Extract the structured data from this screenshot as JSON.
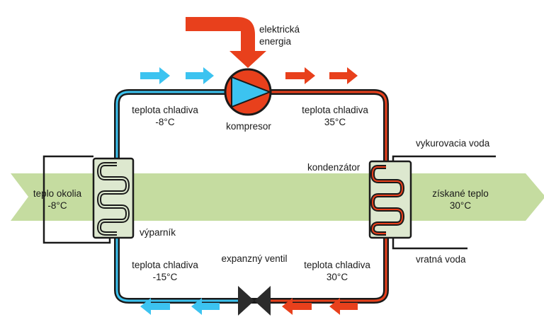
{
  "labels": {
    "electric_energy": [
      "elektrická",
      "energia"
    ],
    "compressor": "kompresor",
    "refrigerant_temp_top_left": {
      "label": "teplota chladiva",
      "value": "-8°C"
    },
    "refrigerant_temp_top_right": {
      "label": "teplota chladiva",
      "value": "35°C"
    },
    "refrigerant_temp_bottom_left": {
      "label": "teplota chladiva",
      "value": "-15°C"
    },
    "refrigerant_temp_bottom_right": {
      "label": "teplota chladiva",
      "value": "30°C"
    },
    "ambient_heat": {
      "label": "teplo okolia",
      "value": "-8°C"
    },
    "gained_heat": {
      "label": "získané teplo",
      "value": "30°C"
    },
    "evaporator": "výparník",
    "condenser": "kondenzátor",
    "expansion_valve": "expanzný ventil",
    "heating_water": "vykurovacia voda",
    "return_water": "vratná voda"
  },
  "colors": {
    "cold": "#3cc3f0",
    "hot": "#e8401c",
    "heat_band": "#c5dca0",
    "exchanger": "#dde8cf",
    "outline": "#1a1a1a"
  }
}
